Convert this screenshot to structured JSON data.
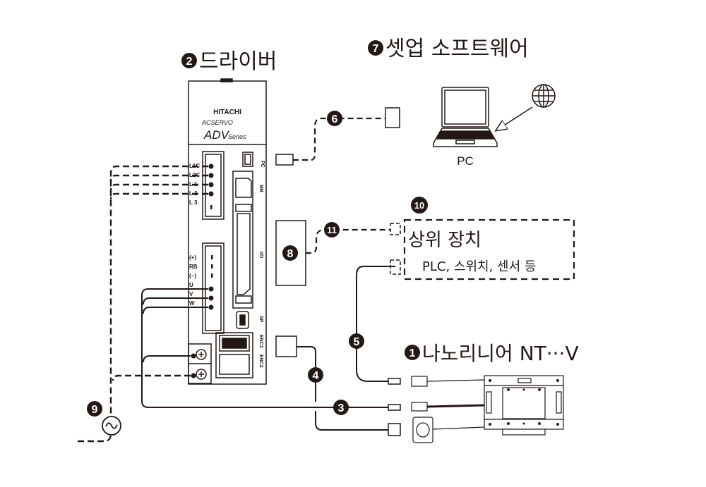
{
  "colors": {
    "ink": "#231815",
    "background": "#ffffff"
  },
  "titles": {
    "driver": {
      "num": "2",
      "text": "드라이버"
    },
    "software": {
      "num": "7",
      "text": "셋업 소프트웨어"
    },
    "stage": {
      "num": "1",
      "text": "나노리니어 NT···V"
    }
  },
  "driver": {
    "brand": "HITACHI",
    "model_line": "ACSERVO",
    "series_main": "ADV",
    "series_sub": "Series",
    "power_terminals": [
      "L1C",
      "L2C",
      "L 1",
      "L 2",
      "L 3"
    ],
    "motor_terminals": [
      "(+)",
      "RB",
      "(−)",
      "U",
      "V",
      "W"
    ],
    "ports": {
      "pc": "PC",
      "mb": "MB",
      "io": "I/O",
      "sp": "SP",
      "enc1": "ENC1",
      "enc2": "ENC2"
    }
  },
  "pc": {
    "label": "PC",
    "icon": "laptop-icon",
    "network_icon": "globe-icon"
  },
  "host": {
    "num": "10",
    "title": "상위 장치",
    "subtitle": "PLC, 스위치, 센서 등"
  },
  "callouts": {
    "motor_cable": "3",
    "encoder_cable": "4",
    "sensor_cable": "5",
    "pc_cable": "6",
    "io_module": "8",
    "power_supply": "9",
    "io_cable": "11"
  }
}
